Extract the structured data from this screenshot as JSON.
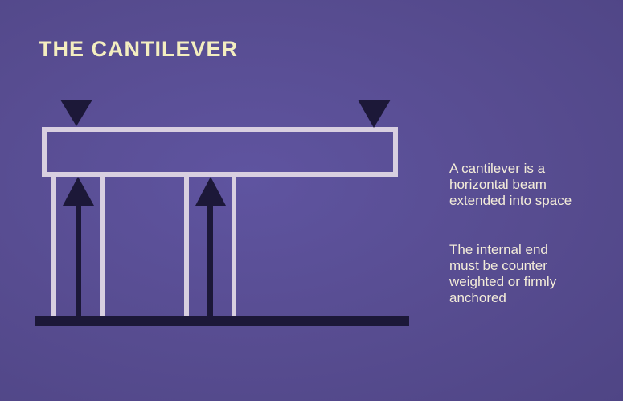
{
  "slide": {
    "title": "THE CANTILEVER",
    "captions": [
      {
        "lines": [
          "A cantilever is a",
          "horizontal beam",
          "extended into space"
        ]
      },
      {
        "lines": [
          "The internal end",
          "must be counter",
          "weighted or firmly",
          "anchored"
        ]
      }
    ]
  },
  "colors": {
    "background": "#5a4f93",
    "beam_outline": "#d8cfe0",
    "arrow": "#1c1838",
    "ground": "#1c1838",
    "title": "#f4eec0",
    "caption": "#f3ecd9"
  },
  "diagram": {
    "downward_load_arrows": 2,
    "upward_support_arrows": 2,
    "support_posts": 4
  }
}
